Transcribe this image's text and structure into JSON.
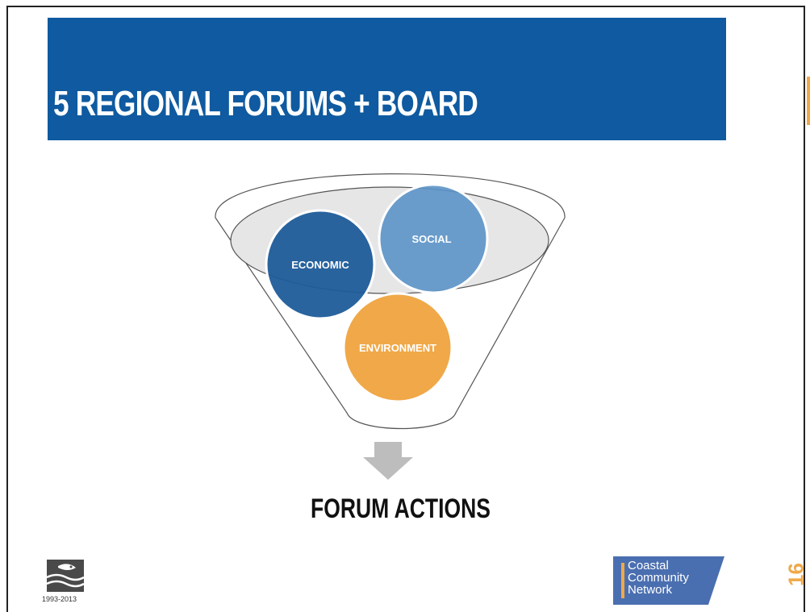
{
  "slide": {
    "title": "5 REGIONAL FORUMS + BOARD",
    "page_number": "16"
  },
  "diagram": {
    "circles": [
      {
        "label": "ECONOMIC",
        "color": "#1d5c9a"
      },
      {
        "label": "SOCIAL",
        "color": "#5b93c8"
      },
      {
        "label": "ENVIRONMENT",
        "color": "#f0a848"
      }
    ],
    "outcome_label": "FORUM ACTIONS",
    "arrow_color": "#bdbdbd",
    "title_bar_color": "#0f5aa0"
  },
  "footer": {
    "left_logo_years": "1993-2013",
    "right_logo_lines": [
      "Coastal",
      "Community",
      "Network"
    ],
    "right_logo_color": "#4a6fb0"
  }
}
